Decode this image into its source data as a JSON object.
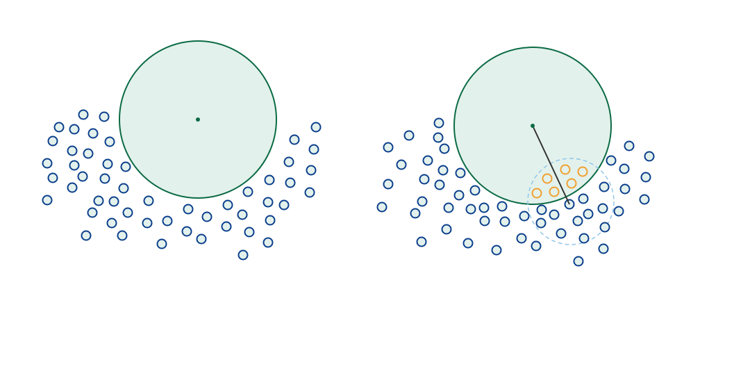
{
  "colors": {
    "background": "#ffffff",
    "circle_fill": "#e3f1ec",
    "circle_stroke": "#0b6b45",
    "center_dot": "#0b6b45",
    "point_stroke": "#0b3f8c",
    "point_fill": "#e3f1ec",
    "highlight_stroke": "#f0a030",
    "neighborhood_stroke": "#8cc4ea",
    "radius_line": "#333333"
  },
  "panels": [
    {
      "name": "left",
      "points": 60,
      "highlighted_points": 0,
      "radius_line": false,
      "neighborhood": false
    },
    {
      "name": "right",
      "points": 60,
      "highlighted_points": 6,
      "radius_line": true,
      "neighborhood": true
    }
  ]
}
